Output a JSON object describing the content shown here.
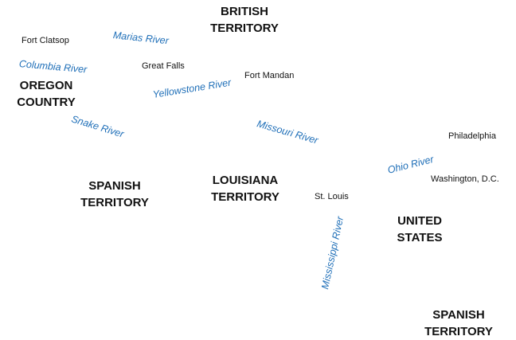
{
  "map": {
    "colors": {
      "region_text": "#111111",
      "city_text": "#111111",
      "river_text": "#1f6fb8",
      "background": "#ffffff"
    },
    "regions": [
      {
        "name": "british-territory",
        "line1": "BRITISH",
        "line2": "TERRITORY"
      },
      {
        "name": "oregon-country",
        "line1": "OREGON",
        "line2": "COUNTRY"
      },
      {
        "name": "spanish-territory-west",
        "line1": "SPANISH",
        "line2": "TERRITORY"
      },
      {
        "name": "louisiana-territory",
        "line1": "LOUISIANA",
        "line2": "TERRITORY"
      },
      {
        "name": "united-states",
        "line1": "UNITED",
        "line2": "STATES"
      },
      {
        "name": "spanish-territory-south",
        "line1": "SPANISH",
        "line2": "TERRITORY"
      }
    ],
    "cities": [
      {
        "name": "fort-clatsop",
        "label": "Fort Clatsop"
      },
      {
        "name": "great-falls",
        "label": "Great Falls"
      },
      {
        "name": "fort-mandan",
        "label": "Fort Mandan"
      },
      {
        "name": "philadelphia",
        "label": "Philadelphia"
      },
      {
        "name": "washington-dc",
        "label": "Washington, D.C."
      },
      {
        "name": "st-louis",
        "label": "St. Louis"
      }
    ],
    "rivers": [
      {
        "name": "marias-river",
        "label": "Marias River"
      },
      {
        "name": "columbia-river",
        "label": "Columbia River"
      },
      {
        "name": "yellowstone-river",
        "label": "Yellowstone River"
      },
      {
        "name": "snake-river",
        "label": "Snake River"
      },
      {
        "name": "missouri-river",
        "label": "Missouri River"
      },
      {
        "name": "ohio-river",
        "label": "Ohio River"
      },
      {
        "name": "mississippi-river",
        "label": "Mississippi River"
      }
    ]
  }
}
